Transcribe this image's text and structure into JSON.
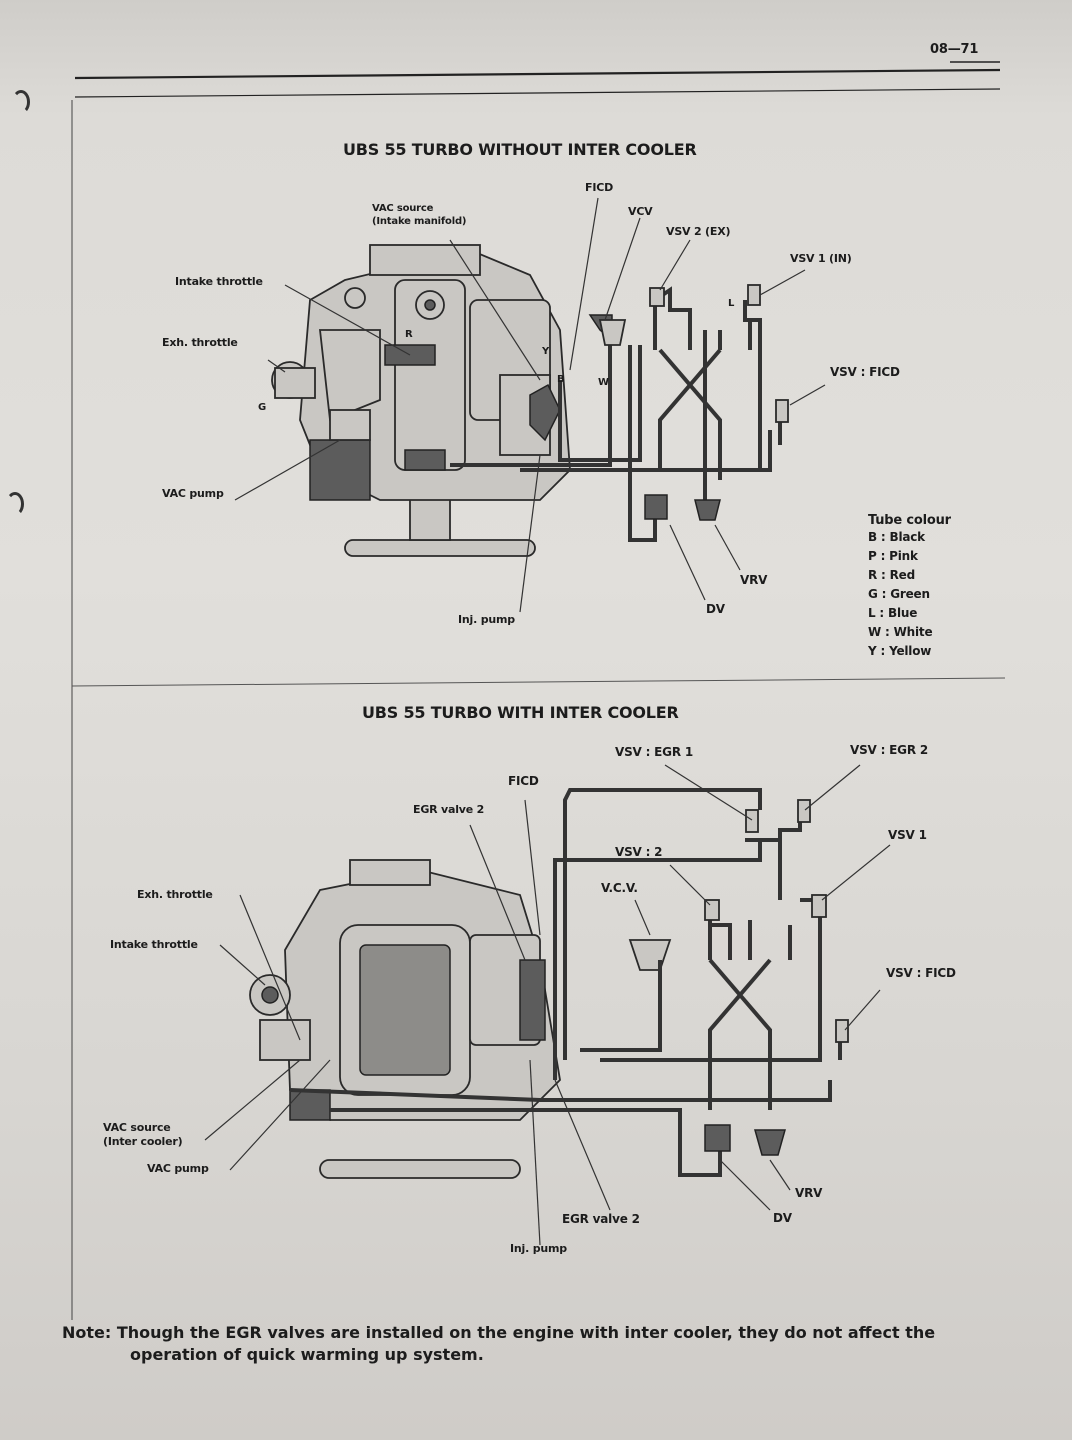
{
  "page_number": "08—71",
  "diagram_top": {
    "title": "UBS 55 TURBO WITHOUT INTER COOLER",
    "labels": {
      "ficd": "FICD",
      "vcv": "VCV",
      "vac_source_line1": "VAC source",
      "vac_source_line2": "(Intake manifold)",
      "vsv2": "VSV 2 (EX)",
      "vsv1": "VSV 1 (IN)",
      "intake_throttle": "Intake throttle",
      "exh_throttle": "Exh. throttle",
      "vsv_ficd": "VSV : FICD",
      "vac_pump": "VAC pump",
      "vrv": "VRV",
      "dv": "DV",
      "inj_pump": "Inj. pump"
    },
    "tube_letters": {
      "r": "R",
      "y": "Y",
      "b": "B",
      "w": "W",
      "g": "G",
      "l": "L"
    }
  },
  "tube_colour": {
    "title": "Tube colour",
    "items": [
      {
        "code": "B",
        "name": "Black"
      },
      {
        "code": "P",
        "name": "Pink"
      },
      {
        "code": "R",
        "name": "Red"
      },
      {
        "code": "G",
        "name": "Green"
      },
      {
        "code": "L",
        "name": "Blue"
      },
      {
        "code": "W",
        "name": "White"
      },
      {
        "code": "Y",
        "name": "Yellow"
      }
    ]
  },
  "diagram_bottom": {
    "title": "UBS 55 TURBO WITH INTER COOLER",
    "labels": {
      "vsv_egr1": "VSV : EGR 1",
      "vsv_egr2": "VSV : EGR 2",
      "ficd": "FICD",
      "egr_valve2_top": "EGR valve 2",
      "vsv1": "VSV 1",
      "vsv2": "VSV : 2",
      "vcv": "V.C.V.",
      "exh_throttle": "Exh. throttle",
      "intake_throttle": "Intake throttle",
      "vsv_ficd": "VSV : FICD",
      "vac_source_line1": "VAC source",
      "vac_source_line2": "(Inter cooler)",
      "vac_pump": "VAC pump",
      "vrv": "VRV",
      "egr_valve2_bottom": "EGR valve 2",
      "dv": "DV",
      "inj_pump": "Inj. pump"
    }
  },
  "note": {
    "label": "Note:",
    "line1": "Though the EGR valves are installed on the engine with inter cooler, they do not affect the",
    "line2": "operation of quick warming up system."
  }
}
